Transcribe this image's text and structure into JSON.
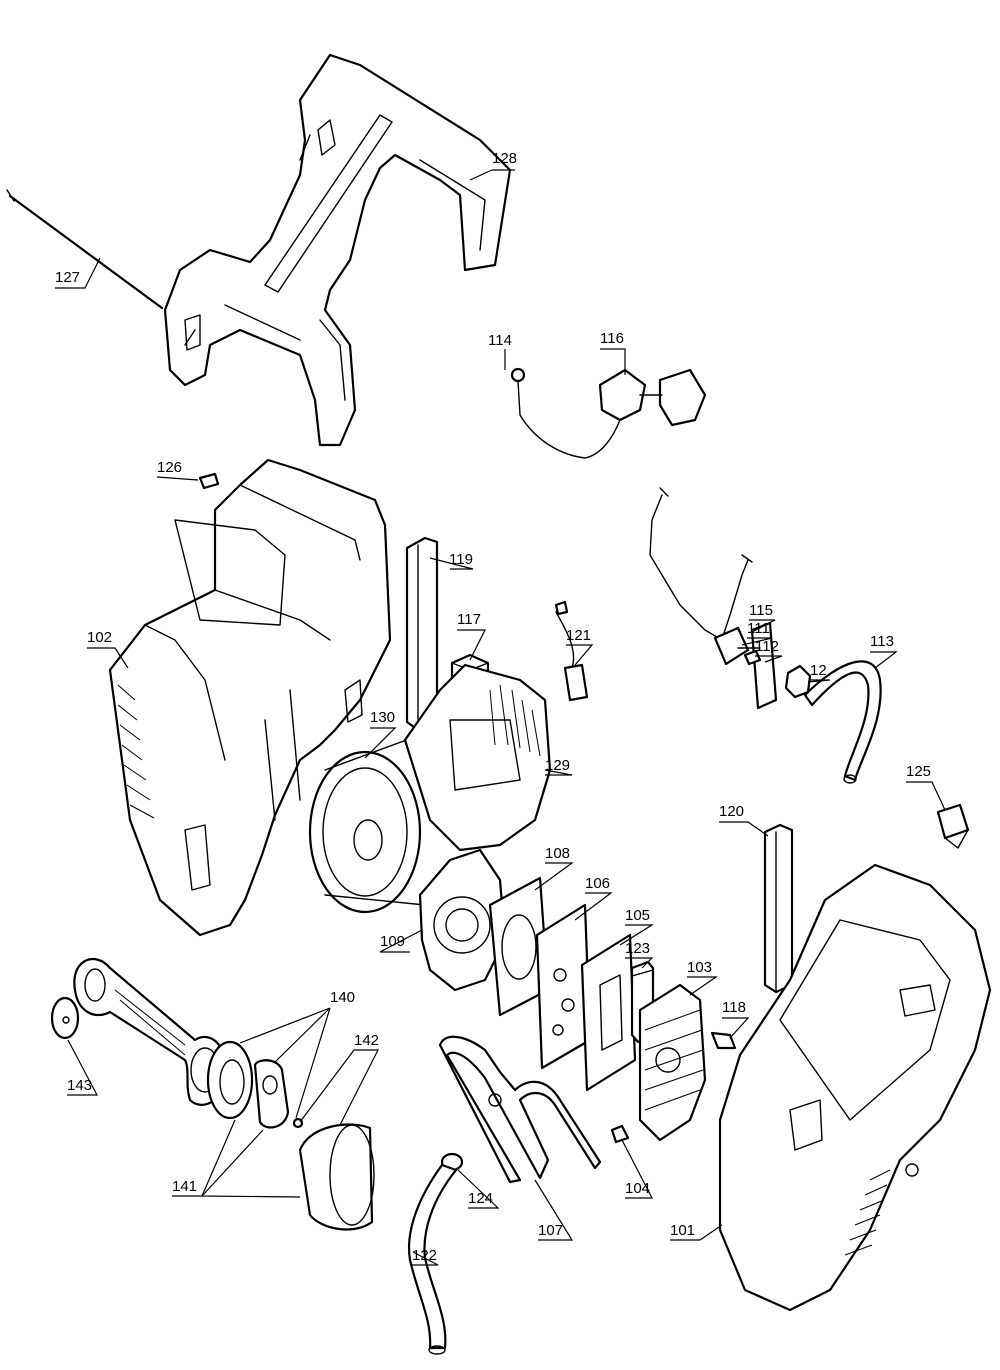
{
  "diagram": {
    "type": "exploded-parts-diagram",
    "callouts": {
      "c101": "101",
      "c102": "102",
      "c103": "103",
      "c104": "104",
      "c105": "105",
      "c106": "106",
      "c107": "107",
      "c108": "108",
      "c109": "109",
      "c111": "111",
      "c112": "112",
      "c12": "12",
      "c113": "113",
      "c114": "114",
      "c115": "115",
      "c116": "116",
      "c117": "117",
      "c118": "118",
      "c119": "119",
      "c120": "120",
      "c121": "121",
      "c122": "122",
      "c123": "123",
      "c124": "124",
      "c125": "125",
      "c126": "126",
      "c127": "127",
      "c128": "128",
      "c129": "129",
      "c130": "130",
      "c140": "140",
      "c141": "141",
      "c142": "142",
      "c143": "143"
    }
  }
}
